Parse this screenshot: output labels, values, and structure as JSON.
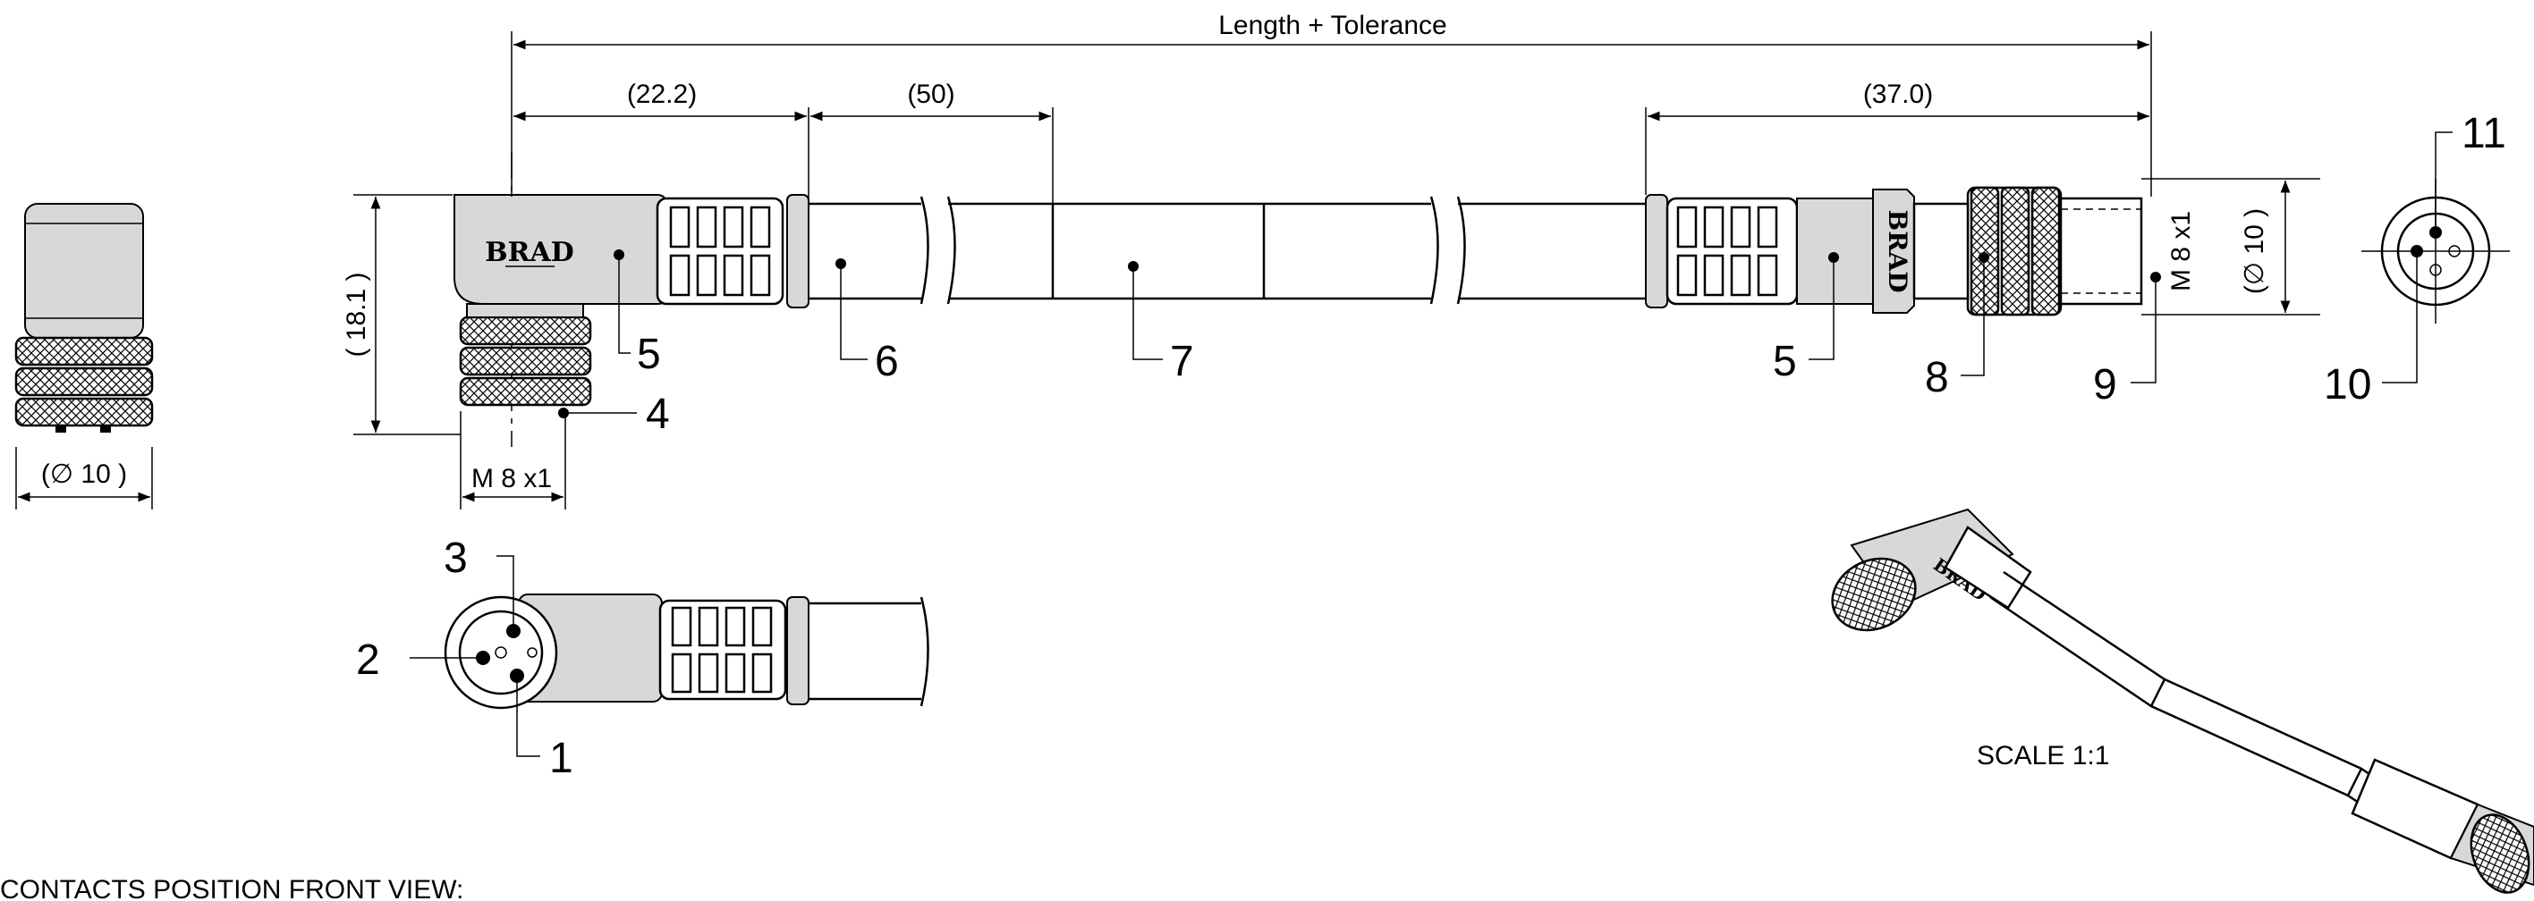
{
  "dimensions": {
    "overall": "Length + Tolerance",
    "d1": "(22.2)",
    "d2": "(50)",
    "d3": "(37.0)",
    "height": "( 18.1 )",
    "thread_female": "M 8 x1",
    "thread_male": "M 8 x1",
    "dia_female": "(∅ 10 )",
    "dia_male": "(∅ 10 )"
  },
  "callouts": {
    "c1": "1",
    "c2": "2",
    "c3": "3",
    "c4": "4",
    "c5a": "5",
    "c5b": "5",
    "c6": "6",
    "c7": "7",
    "c8": "8",
    "c9": "9",
    "c10": "10",
    "c11": "11"
  },
  "brand": "BRAD",
  "scale_note": "SCALE 1:1",
  "footer_note": "CONTACTS POSITION FRONT VIEW:"
}
